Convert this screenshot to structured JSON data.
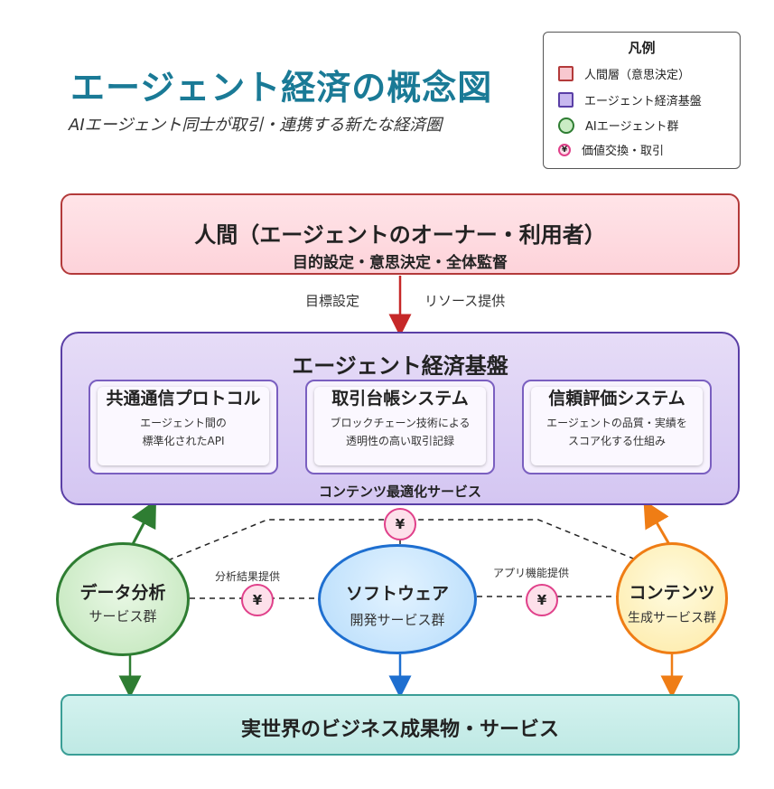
{
  "header": {
    "title": "エージェント経済の概念図",
    "subtitle": "AIエージェント同士が取引・連携する新たな経済圏"
  },
  "legend": {
    "title": "凡例",
    "items": [
      {
        "label": "人間層（意思決定）",
        "color": "#f8c8cf"
      },
      {
        "label": "エージェント経済基盤",
        "color": "#c8b8ef"
      },
      {
        "label": "AIエージェント群",
        "color": "#c9ecc4"
      },
      {
        "label": "価値交換・取引",
        "color": "#fde0ea",
        "symbol": "¥"
      }
    ]
  },
  "human_layer": {
    "title": "人間（エージェントのオーナー・利用者）",
    "subtitle": "目的設定・意思決定・全体監督"
  },
  "arrow_labels": {
    "left": "目標設定",
    "right": "リソース提供"
  },
  "platform": {
    "title": "エージェント経済基盤",
    "footer": "コンテンツ最適化サービス",
    "components": [
      {
        "title": "共通通信プロトコル",
        "line1": "エージェント間の",
        "line2": "標準化されたAPI"
      },
      {
        "title": "取引台帳システム",
        "line1": "ブロックチェーン技術による",
        "line2": "透明性の高い取引記録"
      },
      {
        "title": "信頼評価システム",
        "line1": "エージェントの品質・実績を",
        "line2": "スコア化する仕組み"
      }
    ]
  },
  "agents": [
    {
      "title": "データ分析",
      "subtitle": "サービス群",
      "color": "#2e7d32"
    },
    {
      "title": "ソフトウェア",
      "subtitle": "開発サービス群",
      "color": "#1e6fd0"
    },
    {
      "title": "コンテンツ",
      "subtitle": "生成サービス群",
      "color": "#ef7d15"
    }
  ],
  "exchanges": {
    "symbol": "¥",
    "left_label": "分析結果提供",
    "right_label": "アプリ機能提供"
  },
  "output": {
    "title": "実世界のビジネス成果物・サービス"
  }
}
